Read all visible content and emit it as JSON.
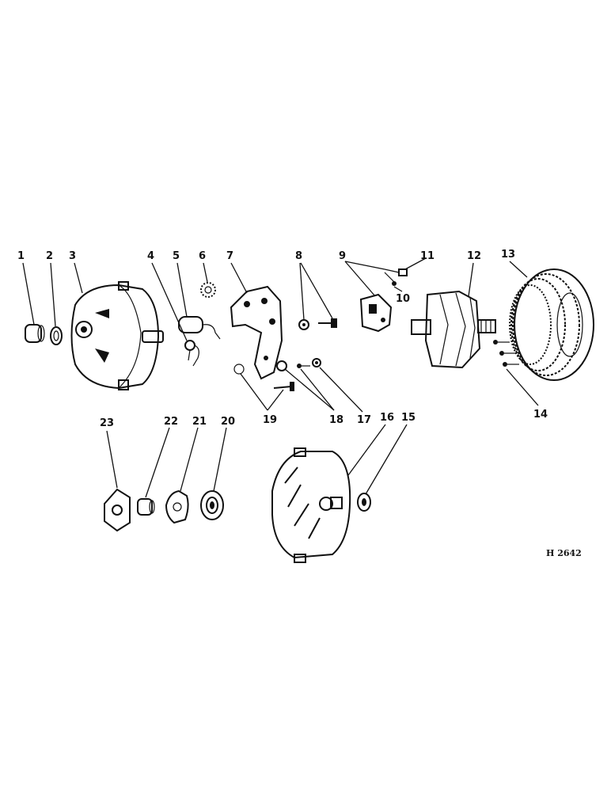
{
  "diagram": {
    "reference_code": "H 2642",
    "callouts": [
      "1",
      "2",
      "3",
      "4",
      "5",
      "6",
      "7",
      "8",
      "9",
      "10",
      "11",
      "12",
      "13",
      "14",
      "15",
      "16",
      "17",
      "18",
      "19",
      "20",
      "21",
      "22",
      "23"
    ]
  }
}
